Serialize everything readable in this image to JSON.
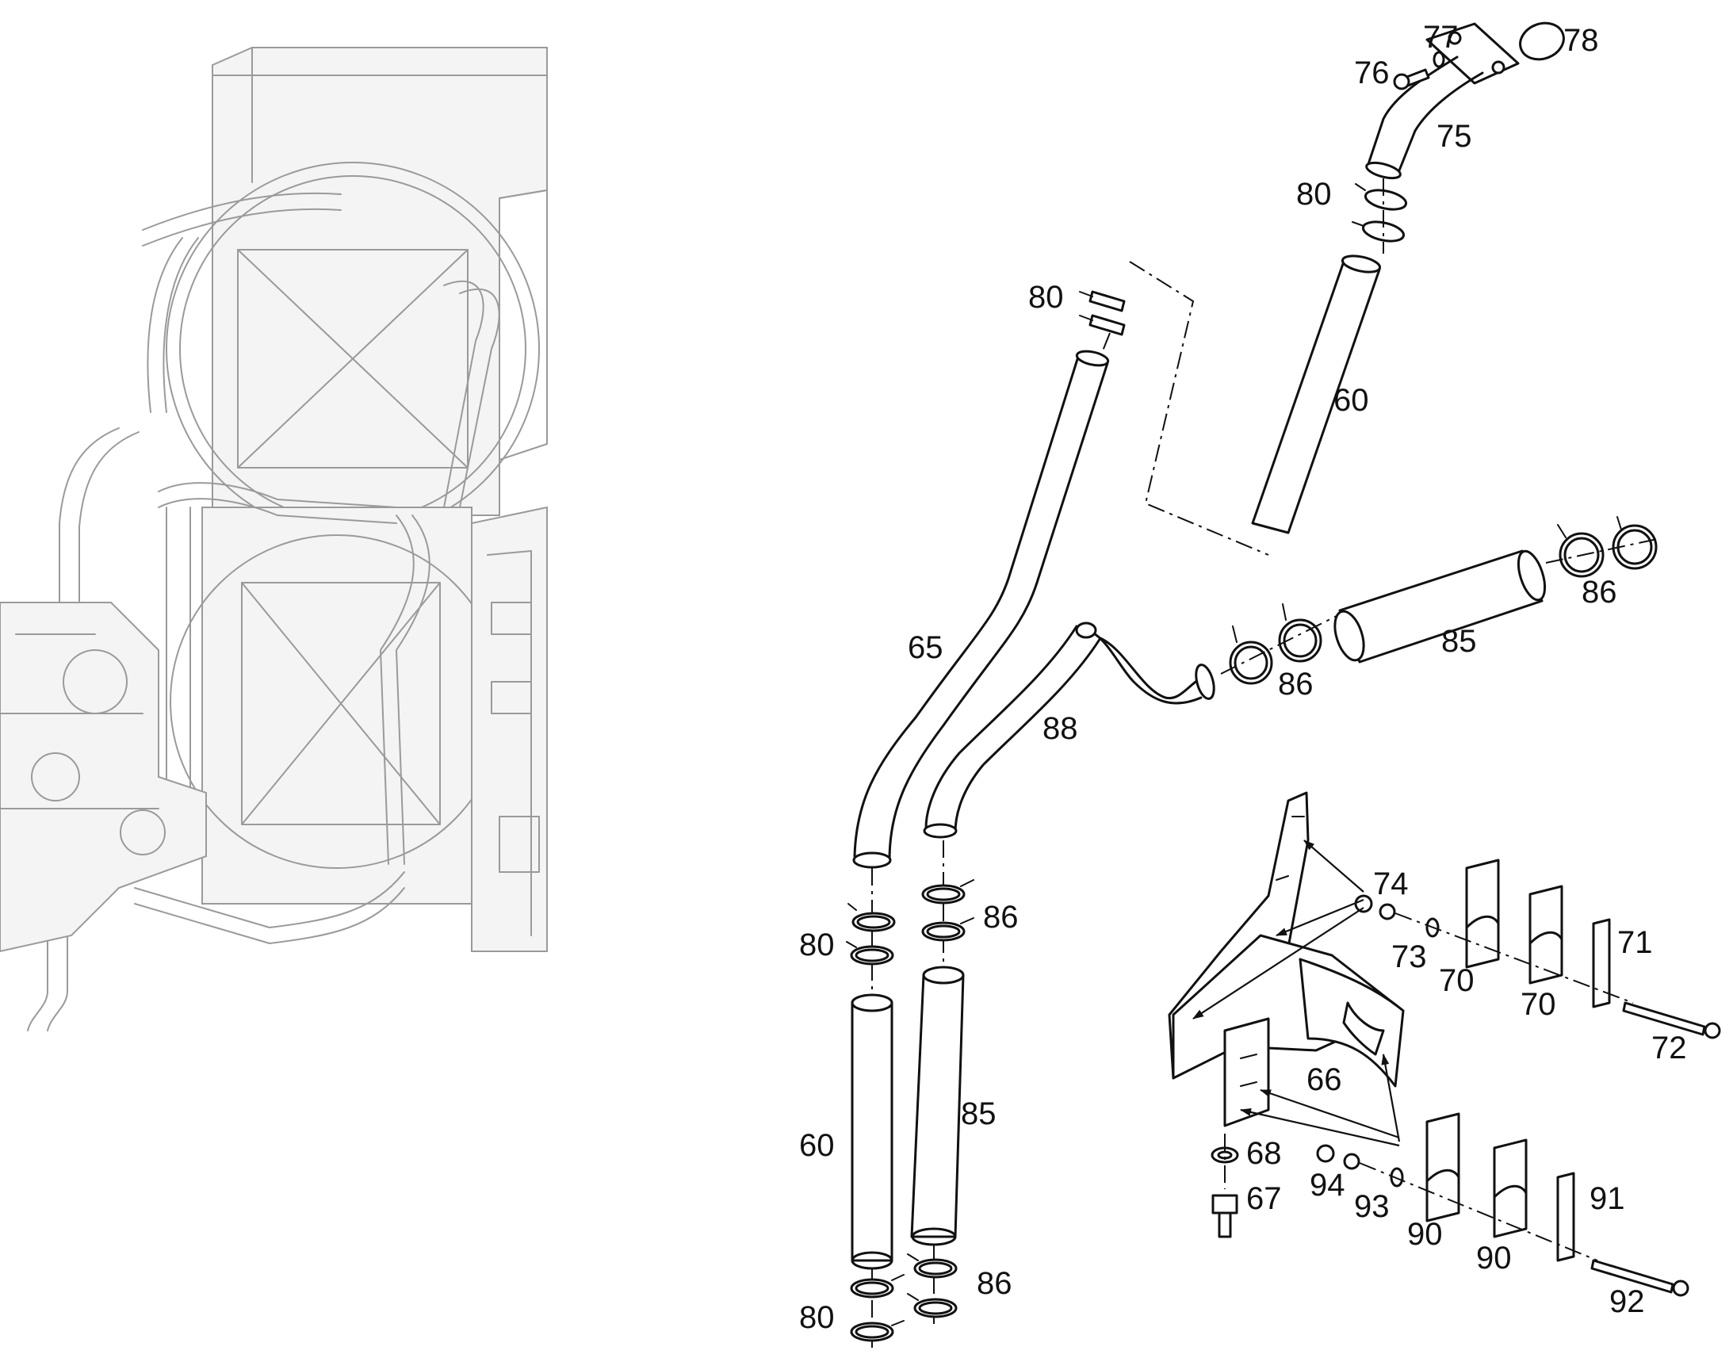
{
  "callouts": [
    {
      "id": "c60a",
      "text": "60"
    },
    {
      "id": "c60b",
      "text": "60"
    },
    {
      "id": "c65",
      "text": "65"
    },
    {
      "id": "c66",
      "text": "66"
    },
    {
      "id": "c67",
      "text": "67"
    },
    {
      "id": "c68",
      "text": "68"
    },
    {
      "id": "c70a",
      "text": "70"
    },
    {
      "id": "c70b",
      "text": "70"
    },
    {
      "id": "c71",
      "text": "71"
    },
    {
      "id": "c72",
      "text": "72"
    },
    {
      "id": "c73",
      "text": "73"
    },
    {
      "id": "c74",
      "text": "74"
    },
    {
      "id": "c75",
      "text": "75"
    },
    {
      "id": "c76",
      "text": "76"
    },
    {
      "id": "c77",
      "text": "77"
    },
    {
      "id": "c78",
      "text": "78"
    },
    {
      "id": "c80a",
      "text": "80"
    },
    {
      "id": "c80b",
      "text": "80"
    },
    {
      "id": "c80c",
      "text": "80"
    },
    {
      "id": "c80d",
      "text": "80"
    },
    {
      "id": "c85a",
      "text": "85"
    },
    {
      "id": "c85b",
      "text": "85"
    },
    {
      "id": "c86a",
      "text": "86"
    },
    {
      "id": "c86b",
      "text": "86"
    },
    {
      "id": "c86c",
      "text": "86"
    },
    {
      "id": "c86d",
      "text": "86"
    },
    {
      "id": "c88",
      "text": "88"
    },
    {
      "id": "c90a",
      "text": "90"
    },
    {
      "id": "c90b",
      "text": "90"
    },
    {
      "id": "c91",
      "text": "91"
    },
    {
      "id": "c92",
      "text": "92"
    },
    {
      "id": "c93",
      "text": "93"
    },
    {
      "id": "c94",
      "text": "94"
    }
  ]
}
